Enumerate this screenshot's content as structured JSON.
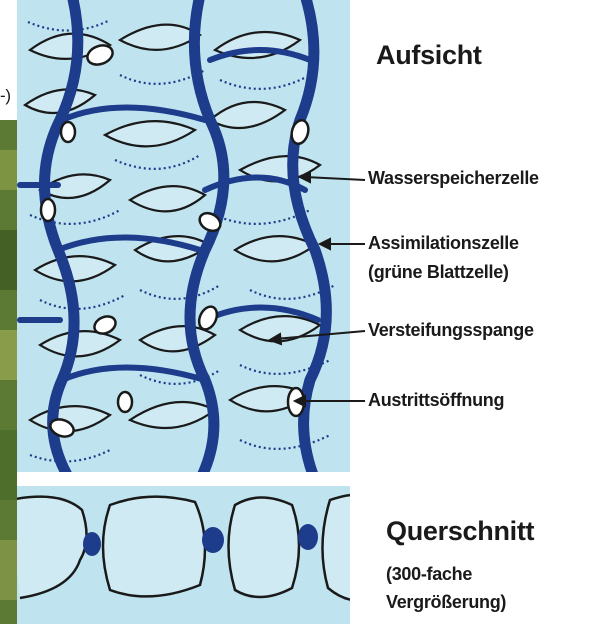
{
  "labels": {
    "top_view": "Aufsicht",
    "water_storage_cell": "Wasserspeicherzelle",
    "assimilation_cell": "Assimilationszelle",
    "assimilation_cell_note": "(grüne Blattzelle)",
    "stiffening_clasp": "Versteifungsspange",
    "exit_opening": "Austrittsöffnung",
    "cross_section": "Querschnitt",
    "magnification_line1": "(300-fache",
    "magnification_line2": "Vergrößerung)",
    "clipped_left_text": "-)"
  },
  "colors": {
    "cell_background": "#bfe4ef",
    "dark_blue": "#1d3c8c",
    "ink": "#1a1a1a",
    "photo_green": "#5d7a34"
  }
}
